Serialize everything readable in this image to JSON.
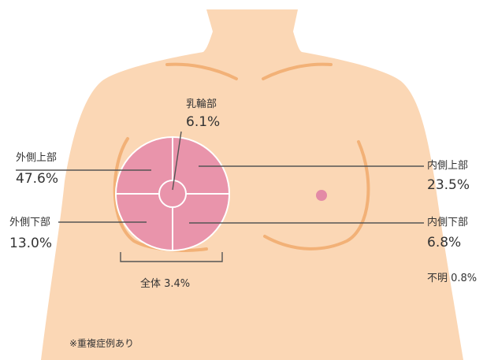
{
  "colors": {
    "skin": "#fbd7b5",
    "outline": "#f2b177",
    "breast_fill": "#e994ab",
    "nipple": "#e38aa6",
    "leader_line": "#555555",
    "text": "#333333"
  },
  "regions": {
    "areola": {
      "name": "乳輪部",
      "value": "6.1%"
    },
    "outer_upper": {
      "name": "外側上部",
      "value": "47.6%"
    },
    "outer_lower": {
      "name": "外側下部",
      "value": "13.0%"
    },
    "inner_upper": {
      "name": "内側上部",
      "value": "23.5%"
    },
    "inner_lower": {
      "name": "内側下部",
      "value": "6.8%"
    }
  },
  "whole": {
    "label": "全体 3.4%"
  },
  "unknown": {
    "label": "不明 0.8%"
  },
  "footnote": "※重複症例あり"
}
